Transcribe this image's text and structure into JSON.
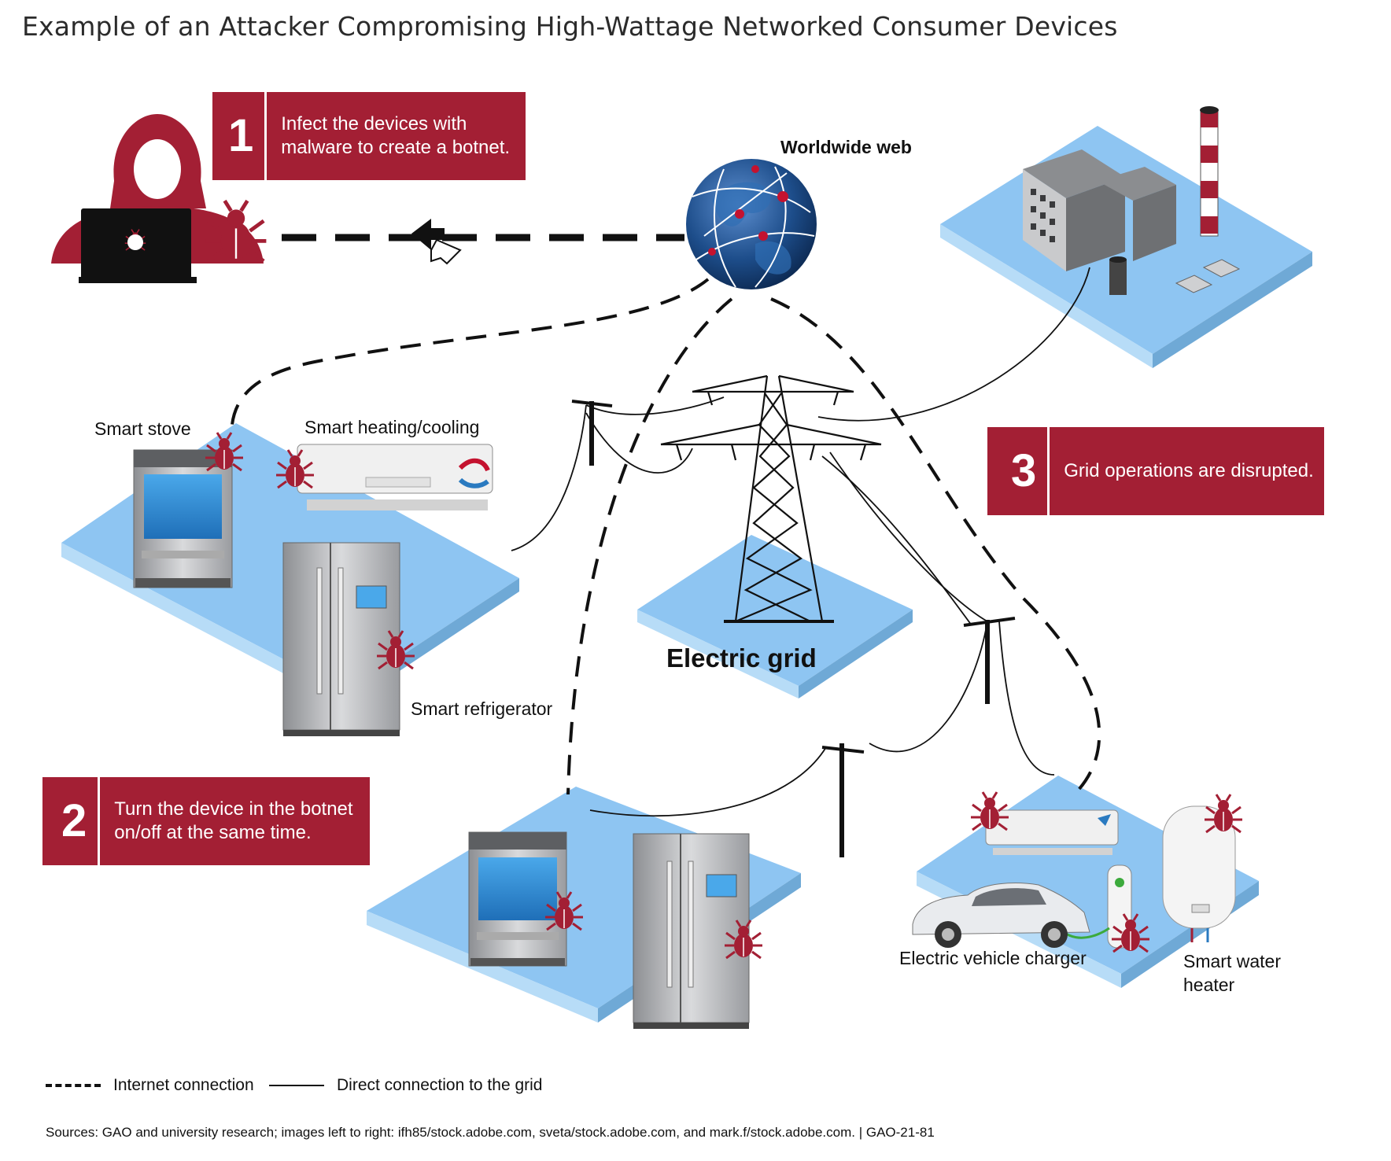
{
  "title": "Example of an Attacker Compromising High-Wattage Networked Consumer Devices",
  "steps": [
    {
      "number": "1",
      "text": "Infect the devices with\nmalware to create a botnet."
    },
    {
      "number": "2",
      "text": "Turn the device in the botnet\non/off at the same time."
    },
    {
      "number": "3",
      "text": "Grid operations are disrupted."
    }
  ],
  "labels": {
    "worldwide_web": "Worldwide web",
    "smart_stove": "Smart stove",
    "smart_heating_cooling": "Smart heating/cooling",
    "smart_refrigerator": "Smart refrigerator",
    "electric_grid": "Electric grid",
    "ev_charger": "Electric vehicle charger",
    "water_heater": "Smart water\nheater"
  },
  "legend": {
    "internet": "Internet connection",
    "direct": "Direct connection to the grid"
  },
  "sources": "Sources: GAO and university research; images left to right: ifh85/stock.adobe.com, sveta/stock.adobe.com, and mark.f/stock.adobe.com.  |  GAO-21-81",
  "colors": {
    "step_box": "#a31f34",
    "platform": "#8ec5f2",
    "attacker": "#a31f34",
    "globe": "#1d4d8a"
  }
}
